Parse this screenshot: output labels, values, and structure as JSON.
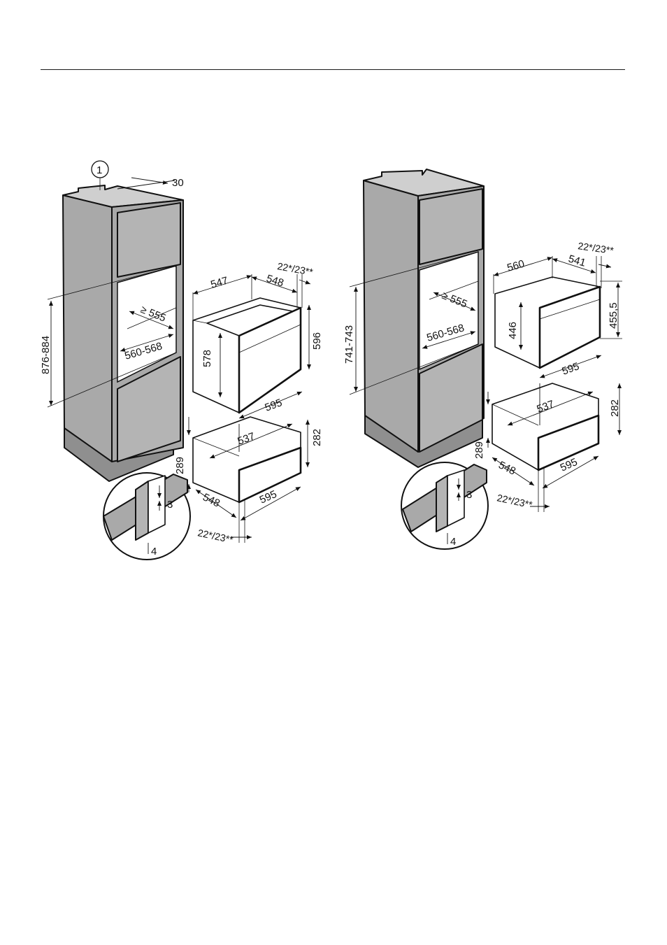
{
  "diagram": {
    "marker": "1",
    "left": {
      "top_gap": "30",
      "niche_height": "876-884",
      "niche_depth": "≥ 555",
      "niche_width": "560-568",
      "oven_depth": "547",
      "oven_body_depth": "548",
      "oven_front": "22*/23**",
      "oven_height": "596",
      "oven_inner_height": "578",
      "oven_width": "595",
      "drawer_depth": "537",
      "drawer_height": "282",
      "drawer_total": "289",
      "drawer_body_depth": "548",
      "drawer_width": "595",
      "drawer_front": "22*/23**",
      "detail_gap": "3",
      "detail_bottom": "4"
    },
    "right": {
      "niche_height": "741-743",
      "niche_depth": "≥ 555",
      "niche_width": "560-568",
      "appliance_depth": "560",
      "appliance_body_depth": "541",
      "appliance_front": "22*/23**",
      "appliance_height": "455,5",
      "appliance_inner_height": "446",
      "appliance_width": "595",
      "drawer_depth": "537",
      "drawer_height": "282",
      "drawer_total": "289",
      "drawer_body_depth": "548",
      "drawer_width": "595",
      "drawer_front": "22*/23**",
      "detail_gap": "3",
      "detail_bottom": "4"
    }
  }
}
